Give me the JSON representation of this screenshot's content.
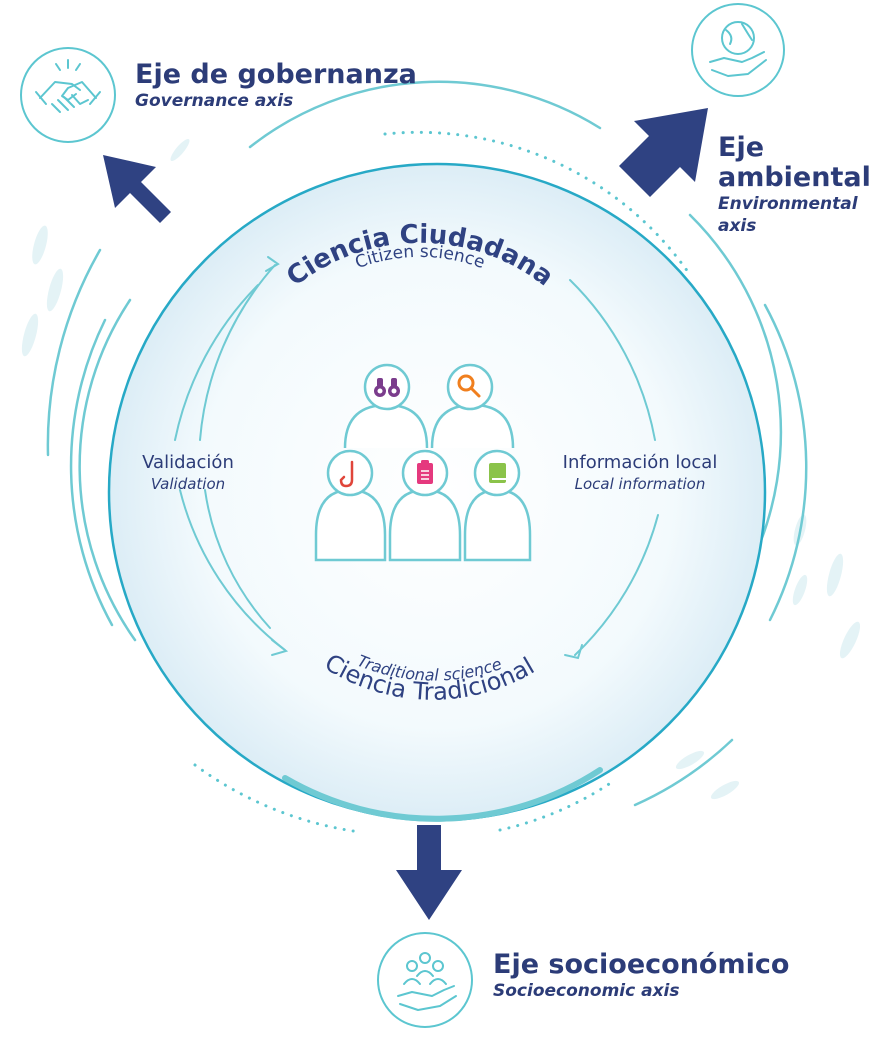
{
  "colors": {
    "navy": "#2c3c78",
    "teal": "#5cc6d0",
    "teal_light": "#a8dfe4",
    "purple": "#7b3c8c",
    "orange": "#f07f1e",
    "red": "#e0453a",
    "pink": "#e5397e",
    "green": "#8bc34a"
  },
  "axes": {
    "governance": {
      "title": "Eje de gobernanza",
      "subtitle": "Governance axis",
      "icon": "handshake-icon"
    },
    "environmental": {
      "title_line1": "Eje",
      "title_line2": "ambiental",
      "subtitle_line1": "Environmental",
      "subtitle_line2": "axis",
      "icon": "globe-in-hand-icon"
    },
    "socioeconomic": {
      "title": "Eje socioeconómico",
      "subtitle": "Socioeconomic axis",
      "icon": "people-in-hand-icon"
    }
  },
  "center": {
    "top_title": "Ciencia Ciudadana",
    "top_subtitle": "Citizen science",
    "bottom_subtitle": "Traditional science",
    "bottom_title": "Ciencia Tradicional",
    "left_label": "Validación",
    "left_label_en": "Validation",
    "right_label": "Información local",
    "right_label_en": "Local information"
  },
  "people_icons": [
    "binoculars-icon",
    "magnifier-icon",
    "fishhook-icon",
    "clipboard-icon",
    "book-icon"
  ]
}
